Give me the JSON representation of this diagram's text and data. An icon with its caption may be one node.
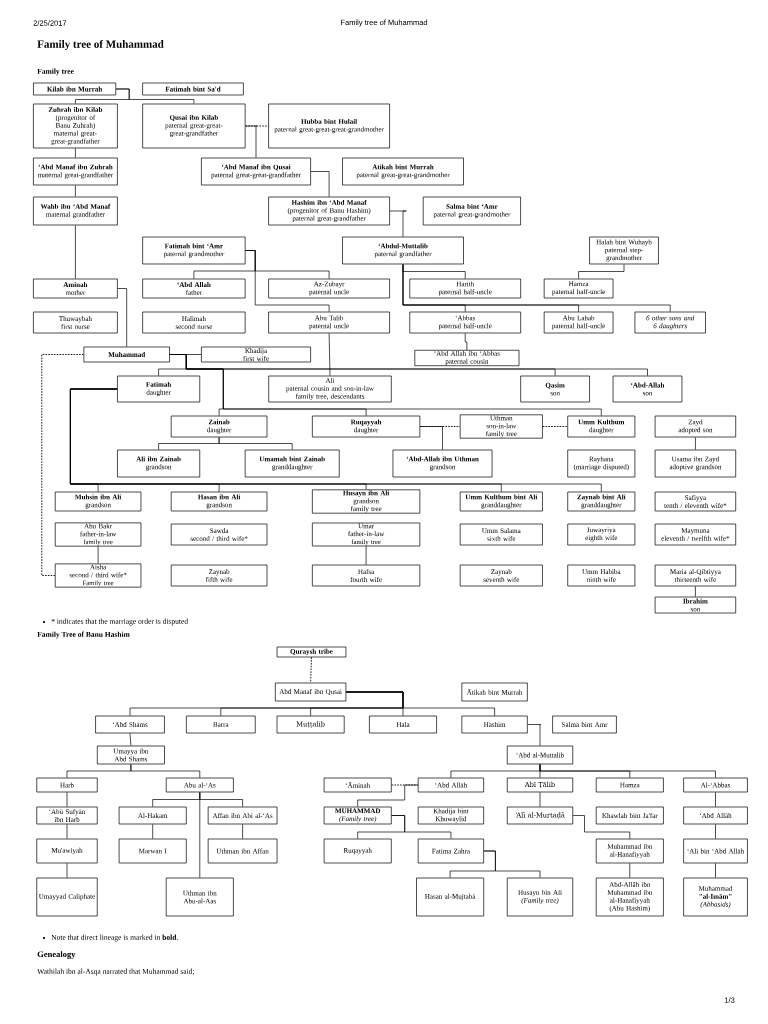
{
  "diagram": {
    "title": "Family tree of Muhammad",
    "nodes": [
      {
        "text": [
          "Kilab ibn Murrah"
        ]
      },
      {
        "text": [
          "Fatimah bint Sa'd"
        ]
      },
      {
        "text": [
          "Zuhrah ibn Kilab",
          "(progenitor of Banu Zuhrah)",
          "maternal great-great-grandfather"
        ]
      },
      {
        "text": [
          "Qusai ibn Kilab",
          "paternal great-great-great-grandfather"
        ]
      },
      {
        "text": [
          "Hubba bint Hulail",
          "paternal great-great-great-grandmother"
        ]
      },
      {
        "text": [
          "‘Abd Manaf ibn Zuhrah",
          "maternal great-grandfather"
        ]
      },
      {
        "text": [
          "‘Abd Manaf ibn Qusai",
          "paternal great-great-grandfather"
        ]
      },
      {
        "text": [
          "Atikah bint Murrah",
          "paternal great-great-grandmother"
        ]
      },
      {
        "text": [
          "Wahb ibn ‘Abd Manaf",
          "maternal grandfather"
        ]
      },
      {
        "text": [
          "Hashim ibn ‘Abd Manaf",
          "(progenitor of Banu Hashim)",
          "paternal great-grandfather"
        ]
      },
      {
        "text": [
          "Salma bint ‘Amr",
          "paternal great-grandmother"
        ]
      },
      {
        "text": [
          "Fatimah bint ‘Amr",
          "paternal grandmother"
        ]
      },
      {
        "text": [
          "‘Abdul-Muttalib",
          "paternal grandfather"
        ]
      },
      {
        "text": [
          "Halah bint Wuhayb",
          "paternal step-grandmother"
        ]
      },
      {
        "text": [
          "Aminah",
          "mother"
        ]
      },
      {
        "text": [
          "‘Abd Allah",
          "father"
        ]
      },
      {
        "text": [
          "Az-Zubayr",
          "paternal uncle"
        ]
      },
      {
        "text": [
          "Harith",
          "paternal half-uncle"
        ]
      },
      {
        "text": [
          "Hamza",
          "paternal half-uncle"
        ]
      },
      {
        "text": [
          "Thuwaybah",
          "first nurse"
        ]
      },
      {
        "text": [
          "Halimah",
          "second nurse"
        ]
      },
      {
        "text": [
          "Abu Talib",
          "paternal uncle"
        ]
      },
      {
        "text": [
          "‘Abbas",
          "paternal half-uncle"
        ]
      },
      {
        "text": [
          "Abu Lahab",
          "paternal half-uncle"
        ]
      },
      {
        "text": [
          "6 other sons and 6 daughters"
        ]
      },
      {
        "text": [
          "Muhammad"
        ]
      },
      {
        "text": [
          "Khadija",
          "first wife"
        ]
      },
      {
        "text": [
          "‘Abd Allah ibn ‘Abbas",
          "paternal cousin"
        ]
      },
      {
        "text": [
          "Fatimah",
          "daughter"
        ]
      },
      {
        "text": [
          "Ali",
          "paternal cousin and son-in-law",
          "family tree, descendants"
        ]
      },
      {
        "text": [
          "Qasim",
          "son"
        ]
      },
      {
        "text": [
          "‘Abd-Allah",
          "son"
        ]
      },
      {
        "text": [
          "Zainab",
          "daughter"
        ]
      },
      {
        "text": [
          "Ruqayyah",
          "daughter"
        ]
      },
      {
        "text": [
          "Uthman",
          "son-in-law",
          "family tree"
        ]
      },
      {
        "text": [
          "Umm Kulthum",
          "daughter"
        ]
      },
      {
        "text": [
          "Zayd",
          "adopted son"
        ]
      },
      {
        "text": [
          "Ali ibn Zainab",
          "grandson"
        ]
      },
      {
        "text": [
          "Umamah bint Zainab",
          "granddaughter"
        ]
      },
      {
        "text": [
          "‘Abd-Allah ibn Uthman",
          "grandson"
        ]
      },
      {
        "text": [
          "Rayhana",
          "(marriage disputed)"
        ]
      },
      {
        "text": [
          "Usama ibn Zayd",
          "adoptive grandson"
        ]
      },
      {
        "text": [
          "Muhsin ibn Ali",
          "grandson"
        ]
      },
      {
        "text": [
          "Hasan ibn Ali",
          "grandson"
        ]
      },
      {
        "text": [
          "Husayn ibn Ali",
          "grandson",
          "family tree"
        ]
      },
      {
        "text": [
          "Umm Kulthum bint Ali",
          "granddaughter"
        ]
      },
      {
        "text": [
          "Zaynab bint Ali",
          "granddaughter"
        ]
      },
      {
        "text": [
          "Safiyya",
          "tenth / eleventh wife*"
        ]
      },
      {
        "text": [
          "Abu Bakr",
          "father-in-law",
          "family tree"
        ]
      },
      {
        "text": [
          "Sawda",
          "second / third wife*"
        ]
      },
      {
        "text": [
          "Umar",
          "father-in-law",
          "family tree"
        ]
      },
      {
        "text": [
          "Umm Salama",
          "sixth wife"
        ]
      },
      {
        "text": [
          "Juwayriya",
          "eighth wife"
        ]
      },
      {
        "text": [
          "Maymuna",
          "eleventh / twelfth wife*"
        ]
      },
      {
        "text": [
          "Aisha",
          "second / third wife*",
          "Family tree"
        ]
      },
      {
        "text": [
          "Zaynab",
          "fifth wife"
        ]
      },
      {
        "text": [
          "Hafsa",
          "fourth wife"
        ]
      },
      {
        "text": [
          "Zaynab",
          "seventh wife"
        ]
      },
      {
        "text": [
          "Umm Habiba",
          "ninth wife"
        ]
      },
      {
        "text": [
          "Maria al-Qibtiyya",
          "thirteenth wife"
        ]
      },
      {
        "text": [
          "Ibrahim",
          "son"
        ]
      },
      {
        "text": [
          "Quraysh tribe"
        ]
      },
      {
        "text": [
          "Abd Manaf ibn Qusai"
        ]
      },
      {
        "text": [
          "Ātikah bint Murrah"
        ]
      },
      {
        "text": [
          "‘Abd Shams"
        ]
      },
      {
        "text": [
          "Barra"
        ]
      },
      {
        "text": [
          "Muṭṭalib"
        ]
      },
      {
        "text": [
          "Hala"
        ]
      },
      {
        "text": [
          "Hashim"
        ]
      },
      {
        "text": [
          "Salma bint Amr"
        ]
      },
      {
        "text": [
          "Umayya ibn Abd Shams"
        ]
      },
      {
        "text": [
          "‘Abd al-Muttalib"
        ]
      },
      {
        "text": [
          "Harb"
        ]
      },
      {
        "text": [
          "Abu al-‘As"
        ]
      },
      {
        "text": [
          "‘Āminah"
        ]
      },
      {
        "text": [
          "‘Abd Allāh"
        ]
      },
      {
        "text": [
          "Abī Ṭālib"
        ]
      },
      {
        "text": [
          "Hamza"
        ]
      },
      {
        "text": [
          "Al-‘Abbas"
        ]
      },
      {
        "text": [
          "‘Abū Sufyān ibn Harb"
        ]
      },
      {
        "text": [
          "Al-Hakam"
        ]
      },
      {
        "text": [
          "Affan ibn Abi al-‘As"
        ]
      },
      {
        "text": [
          "MUHAMMAD",
          "(Family tree)"
        ]
      },
      {
        "text": [
          "Khadija bint Khuwaylid"
        ]
      },
      {
        "text": [
          "‘Alī al-Murtaḍā"
        ]
      },
      {
        "text": [
          "Khawlah bint Ja'far"
        ]
      },
      {
        "text": [
          "‘Abd Allāh"
        ]
      },
      {
        "text": [
          "Mu'awiyah"
        ]
      },
      {
        "text": [
          "Marwan I"
        ]
      },
      {
        "text": [
          "Uthman ibn Affan"
        ]
      },
      {
        "text": [
          "Ruqayyah"
        ]
      },
      {
        "text": [
          "Fatima Zahra"
        ]
      },
      {
        "text": [
          "Muhammad ibn al-Hanafiyyah"
        ]
      },
      {
        "text": [
          "‘Ali bin ‘Abd Allāh"
        ]
      },
      {
        "text": [
          "Umayyad Caliphate"
        ]
      },
      {
        "text": [
          "Uthman ibn Abu-al-Aas"
        ]
      },
      {
        "text": [
          "Hasan al-Mujtabā"
        ]
      },
      {
        "text": [
          "Husayn bin Ali",
          "(Family tree)"
        ]
      },
      {
        "text": [
          "Abd-Allāh ibn Muhammad ibn al-Hanafiyyah (Abu Hashim)"
        ]
      },
      {
        "text": [
          "Muhammad **\"al-Imām\"**",
          "(Abbasids)"
        ]
      }
    ],
    "edges": [
      {
        "from": 0,
        "to": 2,
        "arrow": "none"
      },
      {
        "from": 0,
        "to": 3,
        "arrow": "none"
      },
      {
        "from": 3,
        "to": 4,
        "arrow": "none",
        "style": "dashed"
      },
      {
        "from": 2,
        "to": 5,
        "arrow": "none"
      },
      {
        "from": 5,
        "to": 8,
        "arrow": "none"
      },
      {
        "from": 8,
        "to": 14,
        "arrow": "none"
      },
      {
        "from": 3,
        "to": 6,
        "arrow": "none"
      },
      {
        "from": 6,
        "to": 9,
        "arrow": "none"
      },
      {
        "from": 9,
        "to": 12,
        "arrow": "none"
      },
      {
        "from": 11,
        "to": 15,
        "arrow": "none"
      },
      {
        "from": 11,
        "to": 16,
        "arrow": "none"
      },
      {
        "from": 11,
        "to": 21,
        "arrow": "none"
      },
      {
        "from": 12,
        "to": 17,
        "arrow": "none"
      },
      {
        "from": 12,
        "to": 22,
        "arrow": "none"
      },
      {
        "from": 12,
        "to": 23,
        "arrow": "none"
      },
      {
        "from": 12,
        "to": 24,
        "arrow": "none"
      },
      {
        "from": 13,
        "to": 18,
        "arrow": "none"
      },
      {
        "from": 14,
        "to": 25,
        "arrow": "none"
      },
      {
        "from": 25,
        "to": 26,
        "arrow": "none"
      },
      {
        "from": 25,
        "to": 54,
        "arrow": "none",
        "style": "dashed"
      },
      {
        "from": 22,
        "to": 27,
        "arrow": "none"
      },
      {
        "from": 21,
        "to": 29,
        "arrow": "none"
      },
      {
        "from": 25,
        "to": 28,
        "arrow": "none"
      },
      {
        "from": 25,
        "to": 32,
        "arrow": "none"
      },
      {
        "from": 25,
        "to": 33,
        "arrow": "none"
      },
      {
        "from": 25,
        "to": 35,
        "arrow": "none"
      },
      {
        "from": 25,
        "to": 30,
        "arrow": "none"
      },
      {
        "from": 25,
        "to": 31,
        "arrow": "none"
      },
      {
        "from": 28,
        "to": 42,
        "arrow": "none"
      },
      {
        "from": 28,
        "to": 43,
        "arrow": "none"
      },
      {
        "from": 28,
        "to": 44,
        "arrow": "none"
      },
      {
        "from": 28,
        "to": 45,
        "arrow": "none"
      },
      {
        "from": 28,
        "to": 46,
        "arrow": "none"
      },
      {
        "from": 32,
        "to": 37,
        "arrow": "none"
      },
      {
        "from": 32,
        "to": 38,
        "arrow": "none"
      },
      {
        "from": 33,
        "to": 34,
        "arrow": "none",
        "style": "dashed"
      },
      {
        "from": 34,
        "to": 35,
        "arrow": "none",
        "style": "dashed"
      },
      {
        "from": 33,
        "to": 39,
        "arrow": "none"
      },
      {
        "from": 36,
        "to": 41,
        "arrow": "none"
      },
      {
        "from": 48,
        "to": 54,
        "arrow": "none"
      },
      {
        "from": 50,
        "to": 56,
        "arrow": "none"
      },
      {
        "from": 59,
        "to": 60,
        "arrow": "none"
      },
      {
        "from": 61,
        "to": 62,
        "arrow": "none",
        "style": "dashed"
      },
      {
        "from": 62,
        "to": 64,
        "arrow": "none"
      },
      {
        "from": 62,
        "to": 65,
        "arrow": "none"
      },
      {
        "from": 62,
        "to": 66,
        "arrow": "none"
      },
      {
        "from": 62,
        "to": 67,
        "arrow": "none"
      },
      {
        "from": 62,
        "to": 68,
        "arrow": "none"
      },
      {
        "from": 68,
        "to": 71,
        "arrow": "none"
      },
      {
        "from": 64,
        "to": 70,
        "arrow": "none"
      },
      {
        "from": 70,
        "to": 72,
        "arrow": "none"
      },
      {
        "from": 70,
        "to": 73,
        "arrow": "none"
      },
      {
        "from": 71,
        "to": 75,
        "arrow": "none"
      },
      {
        "from": 71,
        "to": 76,
        "arrow": "none"
      },
      {
        "from": 71,
        "to": 77,
        "arrow": "none"
      },
      {
        "from": 71,
        "to": 78,
        "arrow": "none"
      },
      {
        "from": 72,
        "to": 79,
        "arrow": "none"
      },
      {
        "from": 79,
        "to": 87,
        "arrow": "none"
      },
      {
        "from": 87,
        "to": 94,
        "arrow": "none"
      },
      {
        "from": 73,
        "to": 80,
        "arrow": "none"
      },
      {
        "from": 73,
        "to": 81,
        "arrow": "none"
      },
      {
        "from": 73,
        "to": 95,
        "arrow": "none"
      },
      {
        "from": 80,
        "to": 88,
        "arrow": "none"
      },
      {
        "from": 81,
        "to": 89,
        "arrow": "none"
      },
      {
        "from": 74,
        "to": 75,
        "arrow": "none",
        "style": "dashed"
      },
      {
        "from": 75,
        "to": 82,
        "arrow": "none"
      },
      {
        "from": 82,
        "to": 90,
        "arrow": "none"
      },
      {
        "from": 82,
        "to": 91,
        "arrow": "none"
      },
      {
        "from": 91,
        "to": 96,
        "arrow": "none"
      },
      {
        "from": 91,
        "to": 97,
        "arrow": "none"
      },
      {
        "from": 76,
        "to": 84,
        "arrow": "none"
      },
      {
        "from": 84,
        "to": 92,
        "arrow": "none"
      },
      {
        "from": 92,
        "to": 98,
        "arrow": "none"
      },
      {
        "from": 78,
        "to": 86,
        "arrow": "none"
      },
      {
        "from": 86,
        "to": 93,
        "arrow": "none"
      },
      {
        "from": 93,
        "to": 99,
        "arrow": "none"
      }
    ],
    "labels": [
      "2/25/2017",
      "Family tree of Muhammad",
      "Family tree",
      "* indicates that the marriage order is disputed",
      "Family Tree of Banu Hashim",
      "Note that direct lineage is marked in **bold**.",
      "Genealogy",
      "Wathilah ibn al-Asqa narrated that Muhammad said;",
      "1/3"
    ]
  }
}
